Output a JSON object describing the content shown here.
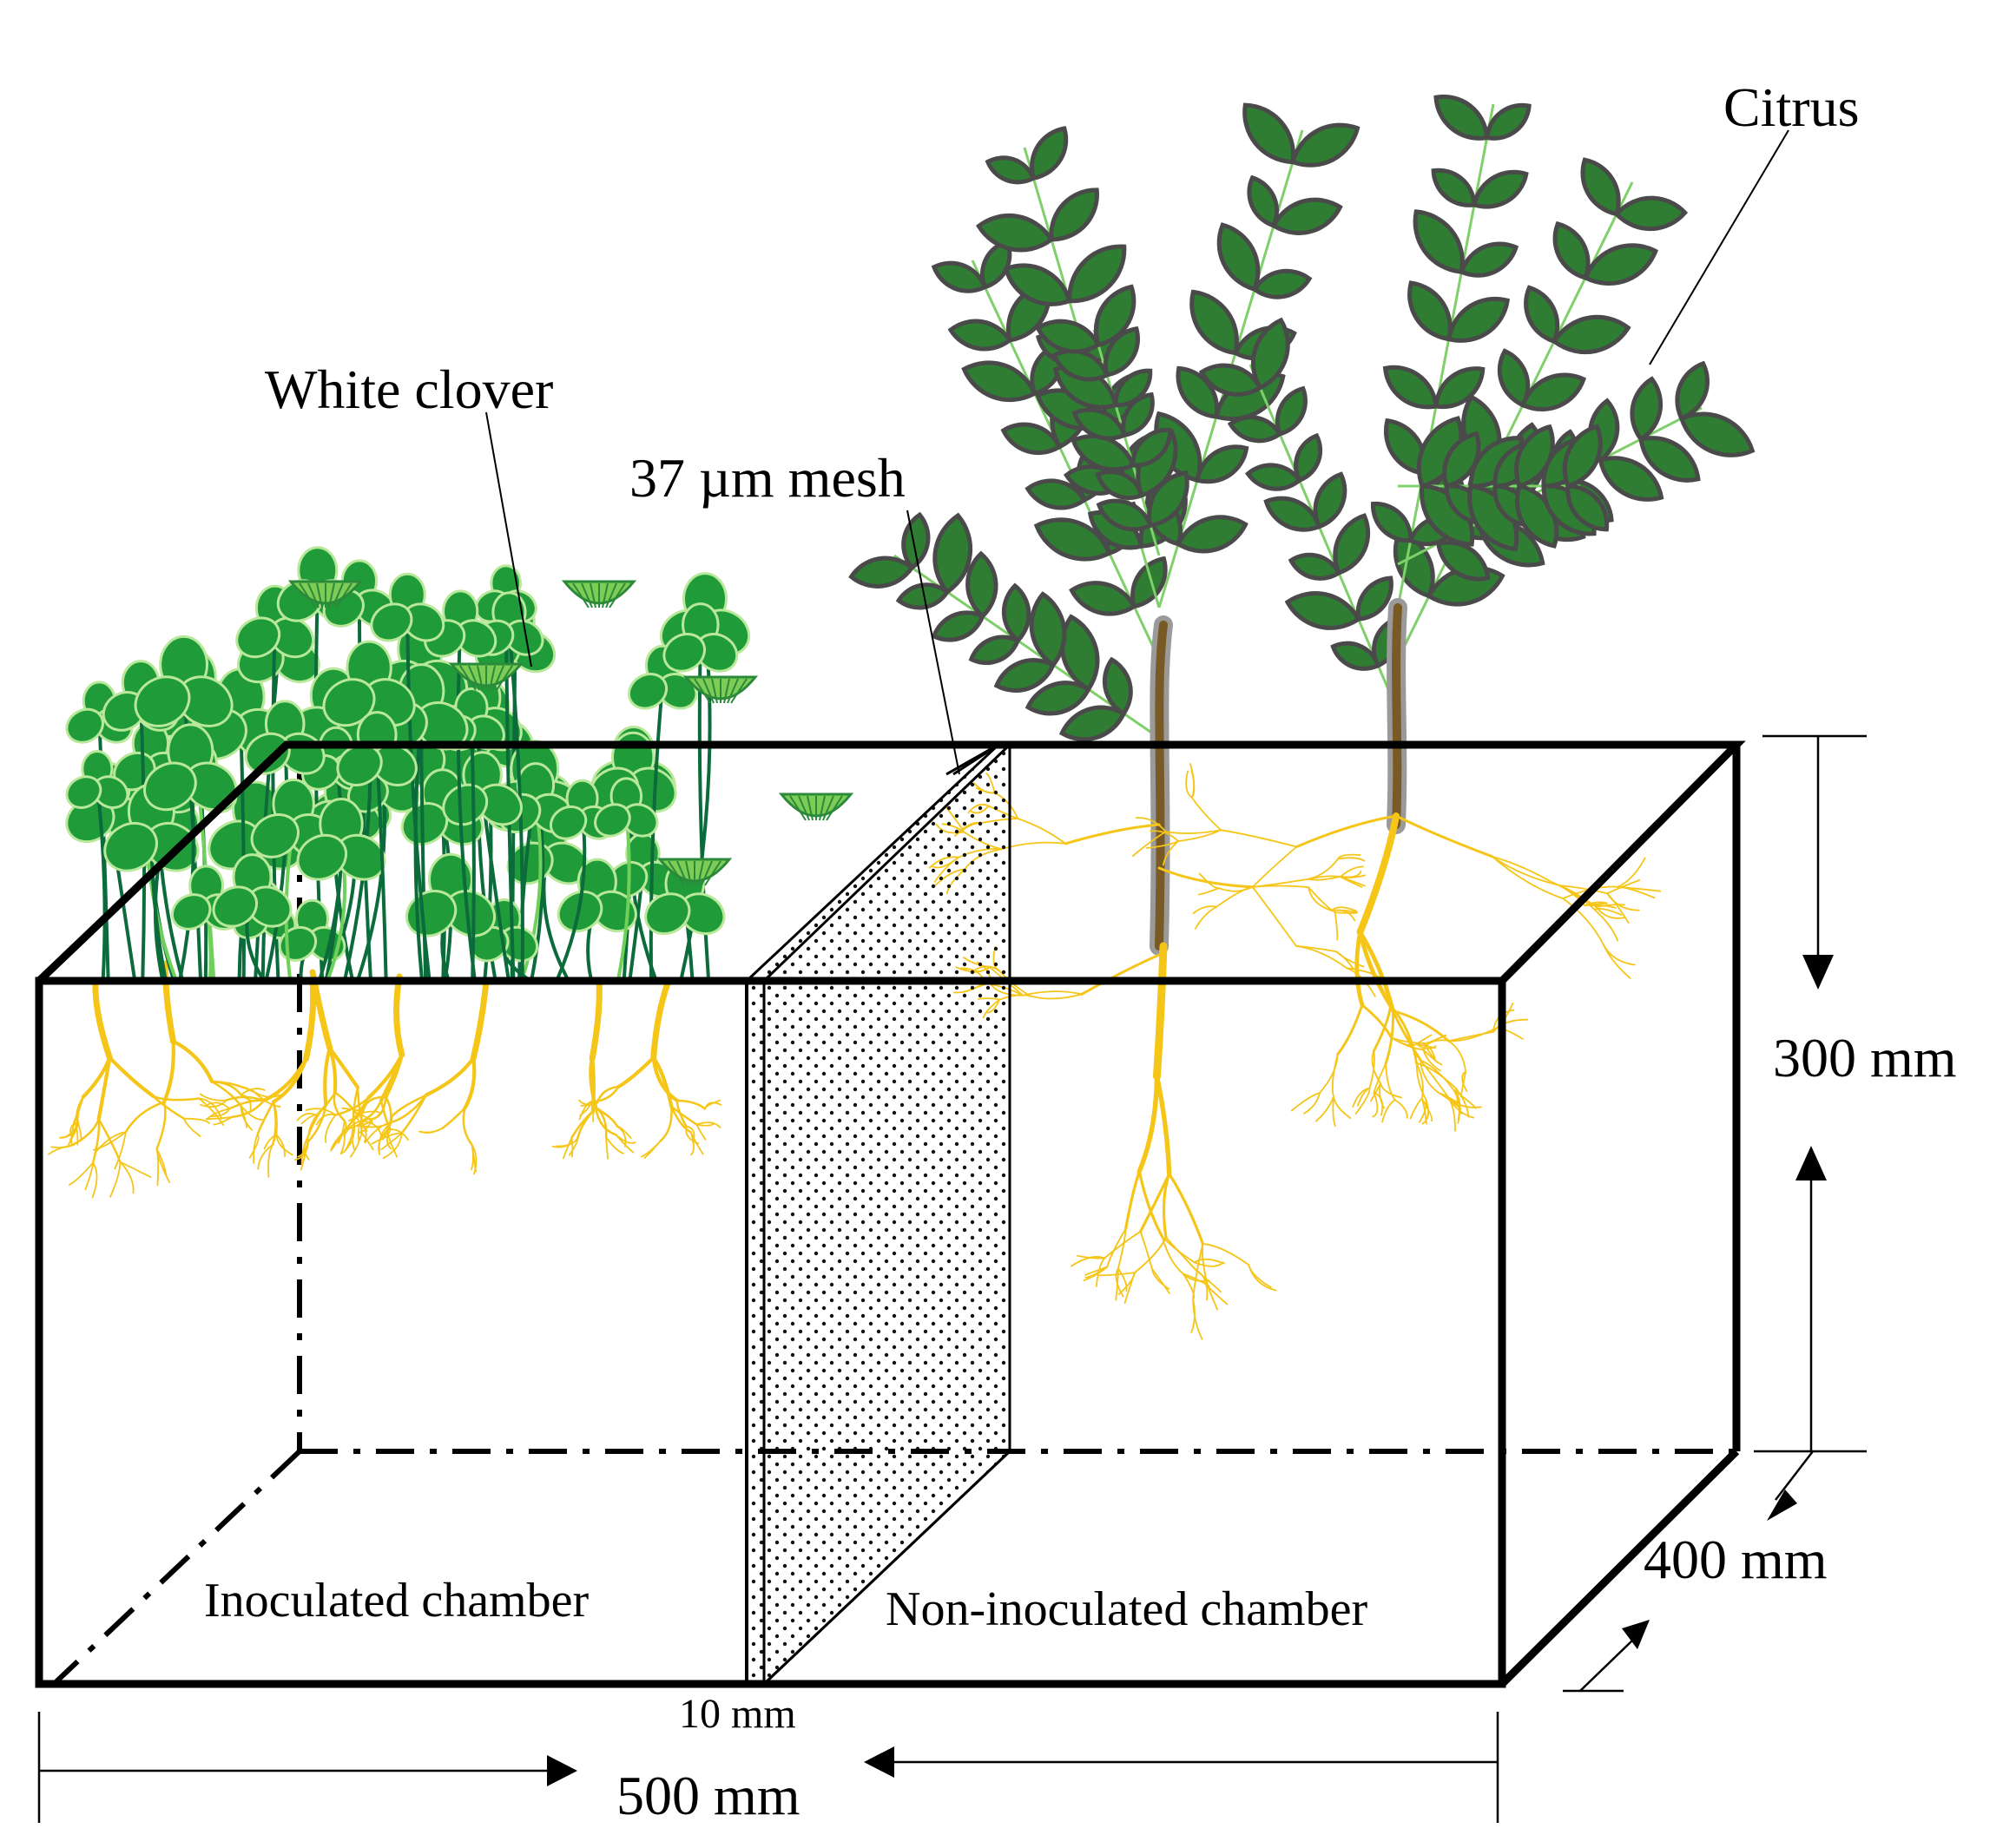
{
  "labels": {
    "citrus": "Citrus",
    "white_clover": "White clover",
    "mesh": "37 µm mesh",
    "height": "300 mm",
    "depth": "400 mm",
    "length": "500 mm",
    "gap": "10 mm",
    "inoculated": "Inoculated chamber",
    "non_inoculated": "Non-inoculated chamber"
  },
  "colors": {
    "box_edge": "#000000",
    "leaf_fill": "#2e7d32",
    "leaf_edge": "#4a4a4a",
    "clover_fill": "#1f9b3a",
    "clover_vein": "#b9e89a",
    "stem": "#0b6b3a",
    "root": "#f5c518",
    "trunk": "#8b6a2e",
    "mesh_dot": "#111111"
  }
}
